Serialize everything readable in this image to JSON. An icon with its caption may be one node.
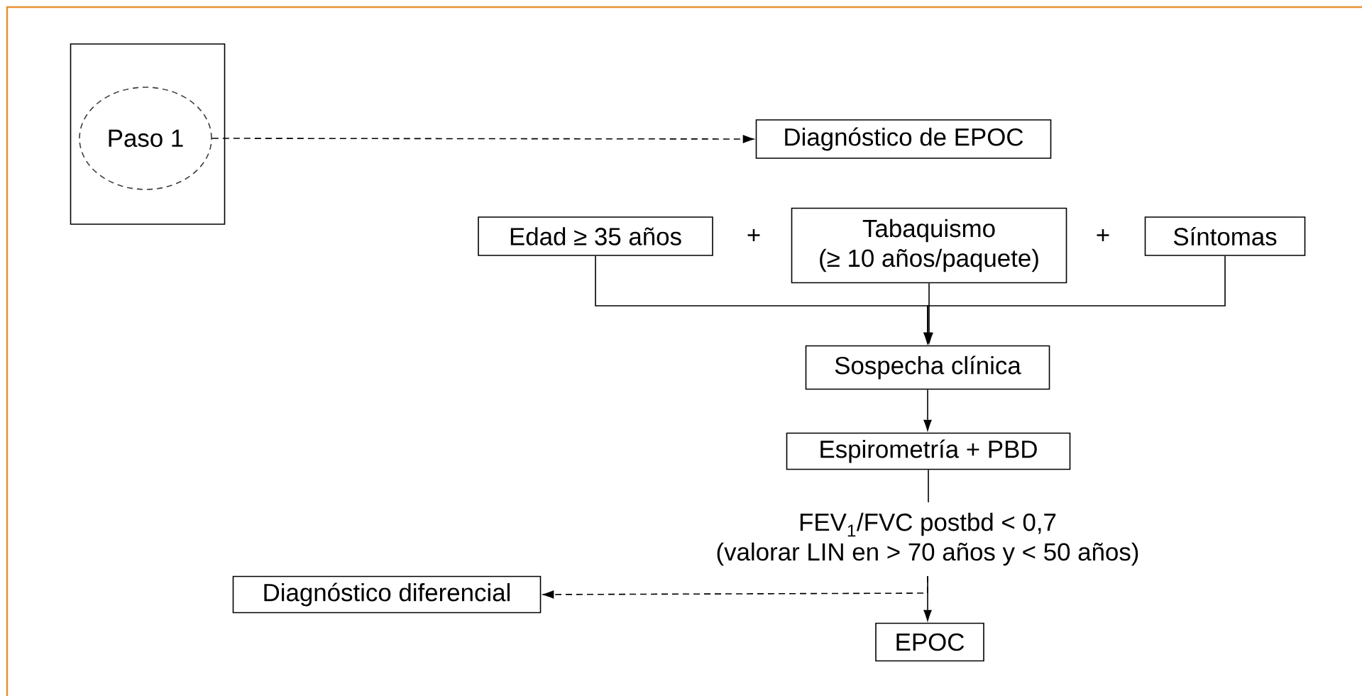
{
  "diagram": {
    "nodes": [
      {
        "text": [],
        "shape": "box"
      },
      {
        "text": [
          "Paso 1"
        ],
        "in": 0
      },
      {
        "text": [
          "Diagnóstico de EPOC"
        ]
      },
      {
        "text": [
          "Edad ≥ 35 años"
        ]
      },
      {
        "text": [
          "Tabaquismo",
          "(≥ 10 años/paquete)"
        ]
      },
      {
        "text": [
          "Síntomas"
        ]
      },
      {
        "text": [
          "Sospecha clínica"
        ]
      },
      {
        "text": [
          "Espirometría + PBD"
        ]
      },
      {
        "text": [
          "FEV$_{1}$/FVC postbd < 0,7",
          "(valorar LIN en > 70 años y < 50 años)"
        ]
      },
      {
        "text": [
          "Diagnóstico diferencial"
        ]
      },
      {
        "text": [
          "EPOC"
        ]
      }
    ],
    "edges": [
      {
        "from": 1,
        "to": 2,
        "arrow": "to",
        "style": "dashed"
      },
      {
        "from": 3,
        "to": 6,
        "arrow": "to"
      },
      {
        "from": 4,
        "to": 6,
        "arrow": "to"
      },
      {
        "from": 5,
        "to": 6,
        "arrow": "to"
      },
      {
        "from": 6,
        "to": 7,
        "arrow": "to"
      },
      {
        "from": 7,
        "to": 8,
        "arrow": "none"
      },
      {
        "from": 8,
        "to": 10,
        "arrow": "to"
      },
      {
        "from": 8,
        "to": 9,
        "arrow": "to",
        "style": "dashed"
      }
    ],
    "labels": [
      "+",
      "+"
    ]
  }
}
